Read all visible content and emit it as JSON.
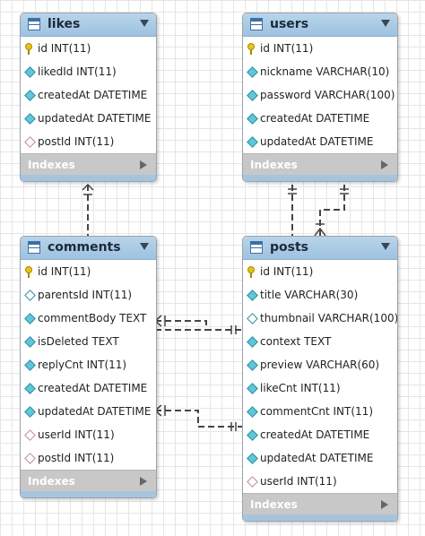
{
  "tables": {
    "likes": {
      "title": "likes",
      "footer": "Indexes",
      "columns": [
        {
          "label": "id INT(11)",
          "icon": "primary-key-icon"
        },
        {
          "label": "likedId INT(11)",
          "icon": "column-icon"
        },
        {
          "label": "createdAt DATETIME",
          "icon": "column-icon"
        },
        {
          "label": "updatedAt DATETIME",
          "icon": "column-icon"
        },
        {
          "label": "postId INT(11)",
          "icon": "foreign-key-icon"
        }
      ]
    },
    "users": {
      "title": "users",
      "footer": "Indexes",
      "columns": [
        {
          "label": "id INT(11)",
          "icon": "primary-key-icon"
        },
        {
          "label": "nickname VARCHAR(10)",
          "icon": "column-icon"
        },
        {
          "label": "password VARCHAR(100)",
          "icon": "column-icon"
        },
        {
          "label": "createdAt DATETIME",
          "icon": "column-icon"
        },
        {
          "label": "updatedAt DATETIME",
          "icon": "column-icon"
        }
      ]
    },
    "comments": {
      "title": "comments",
      "footer": "Indexes",
      "columns": [
        {
          "label": "id INT(11)",
          "icon": "primary-key-icon"
        },
        {
          "label": "parentsId INT(11)",
          "icon": "nullable-column-icon"
        },
        {
          "label": "commentBody TEXT",
          "icon": "column-icon"
        },
        {
          "label": "isDeleted TEXT",
          "icon": "column-icon"
        },
        {
          "label": "replyCnt INT(11)",
          "icon": "column-icon"
        },
        {
          "label": "createdAt DATETIME",
          "icon": "column-icon"
        },
        {
          "label": "updatedAt DATETIME",
          "icon": "column-icon"
        },
        {
          "label": "userId INT(11)",
          "icon": "foreign-key-icon"
        },
        {
          "label": "postId INT(11)",
          "icon": "foreign-key-icon"
        }
      ]
    },
    "posts": {
      "title": "posts",
      "footer": "Indexes",
      "columns": [
        {
          "label": "id INT(11)",
          "icon": "primary-key-icon"
        },
        {
          "label": "title VARCHAR(30)",
          "icon": "column-icon"
        },
        {
          "label": "thumbnail VARCHAR(100)",
          "icon": "nullable-column-icon"
        },
        {
          "label": "context TEXT",
          "icon": "column-icon"
        },
        {
          "label": "preview VARCHAR(60)",
          "icon": "column-icon"
        },
        {
          "label": "likeCnt INT(11)",
          "icon": "column-icon"
        },
        {
          "label": "commentCnt INT(11)",
          "icon": "column-icon"
        },
        {
          "label": "createdAt DATETIME",
          "icon": "column-icon"
        },
        {
          "label": "updatedAt DATETIME",
          "icon": "column-icon"
        },
        {
          "label": "userId INT(11)",
          "icon": "foreign-key-icon"
        }
      ]
    }
  },
  "relationships": [
    {
      "from": "likes",
      "to": "comments",
      "cardinality": "many-to-one"
    },
    {
      "from": "users",
      "to": "posts",
      "cardinality": "one-to-one"
    },
    {
      "from": "users",
      "to": "posts",
      "cardinality": "one-to-many"
    },
    {
      "from": "comments",
      "to": "posts",
      "cardinality": "many-to-one"
    },
    {
      "from": "comments",
      "to": "posts",
      "cardinality": "many-to-one"
    }
  ],
  "colors": {
    "header": "#a9c9e4",
    "footer": "#c8c8c8",
    "connector": "#444444"
  }
}
